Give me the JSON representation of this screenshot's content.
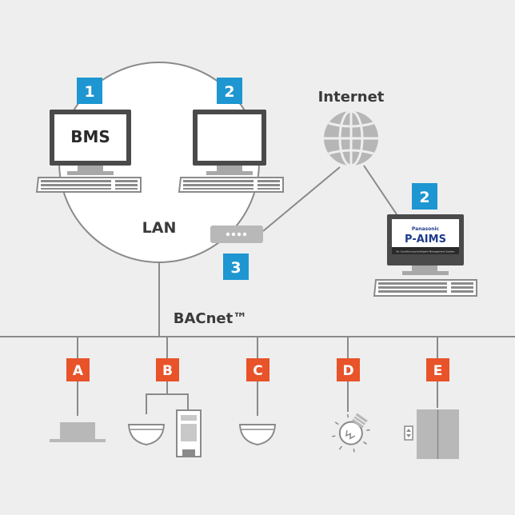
{
  "labels": {
    "internet": "Internet",
    "lan": "LAN",
    "bacnet": "BACnet™",
    "bms": "BMS"
  },
  "badges": {
    "ws1": "1",
    "ws2": "2",
    "remote": "2",
    "gateway": "3"
  },
  "devices": {
    "a": "A",
    "b": "B",
    "c": "C",
    "d": "D",
    "e": "E"
  },
  "paims_screen": {
    "brand": "Panasonic",
    "product": "P-AIMS",
    "tagline": "Air Conditioning Intelligent Management System"
  },
  "colors": {
    "background": "#eeeeee",
    "blue_badge": "#1e96d2",
    "orange_badge": "#e8532a",
    "line": "#8a8a8a",
    "device_gray": "#b8b8b8"
  },
  "icons": [
    "globe-icon",
    "computer-icon",
    "gateway-icon",
    "ceiling-unit-icon",
    "sensor-icon",
    "controller-icon",
    "lightbulb-icon",
    "elevator-icon"
  ]
}
